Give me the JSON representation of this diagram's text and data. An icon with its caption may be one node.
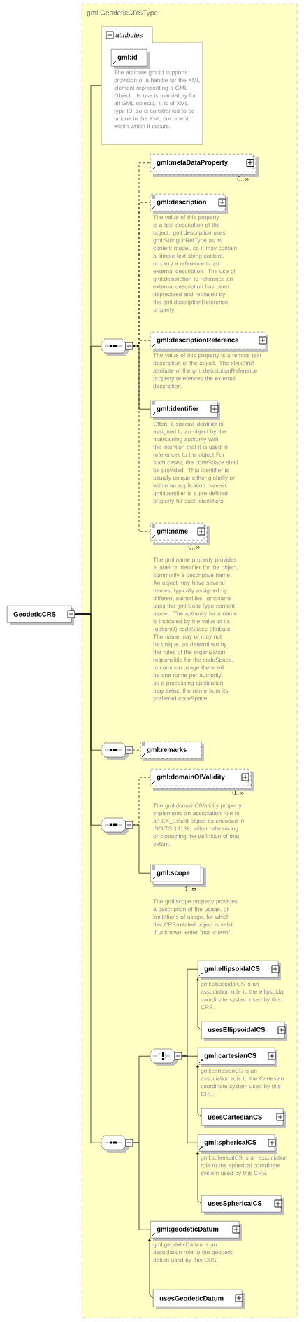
{
  "diagram": {
    "nodes": [
      {
        "text": [
          "GeodeticCRS"
        ]
      },
      {
        "text": [
          "gml:GeodeticCRSType"
        ]
      },
      {
        "text": [
          "attributes"
        ],
        "in": 1
      },
      {
        "text": [
          "gml:id"
        ],
        "in": 2,
        "beside": [
          "The attribute gml:id supports provision of a handle for the XML element representing a GML Object. Its use is mandatory for all GML objects. It is of XML type ID, so is constrained to be unique in the XML document within which it occurs."
        ]
      },
      {
        "text": [],
        "shape": "octagon",
        "in": 1
      },
      {
        "text": [
          "gml:metaDataProperty"
        ],
        "in": 1,
        "beside": [
          "0..∞"
        ]
      },
      {
        "text": [
          "gml:description"
        ],
        "in": 1,
        "beside": [
          "The value of this property is a text description of the object. gml:description uses gml:StringOrRefType as its content model, so it may contain a simple text string content, or carry a reference to an external description. The use of gml:description to reference an external description has been deprecated and replaced by the gml:descriptionReference property."
        ]
      },
      {
        "text": [
          "gml:descriptionReference"
        ],
        "in": 1,
        "beside": [
          "The value of this property is a remote text description of the object. The xlink:href attribute of the gml:descriptionReference property references the external description."
        ]
      },
      {
        "text": [
          "gml:identifier"
        ],
        "in": 1,
        "beside": [
          "Often, a special identifier is assigned to an object by the maintaining authority with the intention that it is used in references to the object For such cases, the codeSpace shall be provided. That identifier is usually unique either globally or within an application domain. gml:identifier is a pre-defined property for such identifiers."
        ]
      },
      {
        "text": [
          "gml:name"
        ],
        "in": 1,
        "beside": [
          "0..∞",
          "The gml:name property provides a label or identifier for the object, commonly a descriptive name. An object may have several names, typically assigned by different authorities. gml:name uses the gml:CodeType content model. The authority for a name is indicated by the value of its (optional) codeSpace attribute. The name may or may not be unique, as determined by the rules of the organization responsible for the codeSpace. In common usage there will be one name per authority, so a processing application may select the name from its preferred codeSpace."
        ]
      },
      {
        "text": [],
        "shape": "octagon",
        "in": 1
      },
      {
        "text": [
          "gml:remarks"
        ],
        "in": 1
      },
      {
        "text": [],
        "shape": "octagon",
        "in": 1
      },
      {
        "text": [
          "gml:domainOfValidity"
        ],
        "in": 1,
        "beside": [
          "0..∞",
          "The gml:domainOfValidity property implements an association role to an EX_Extent object as encoded in ISO/TS 19139, either referencing or containing the definition of that extent."
        ]
      },
      {
        "text": [
          "gml:scope"
        ],
        "in": 1,
        "beside": [
          "1..∞",
          "The gml:scope property provides a description of the usage, or limitations of usage, for which this CRS-related object is valid. If unknown, enter \"not known\"."
        ]
      },
      {
        "text": [],
        "shape": "octagon",
        "in": 1
      },
      {
        "text": [],
        "shape": "octagon",
        "in": 1
      },
      {
        "text": [
          "gml:ellipsoidalCS"
        ],
        "in": 1,
        "beside": [
          "gml:ellipsoidalCS is an association role to the ellipsoidal coordinate system used by this CRS."
        ]
      },
      {
        "text": [
          "usesEllipsoidalCS"
        ],
        "in": 1
      },
      {
        "text": [
          "gml:cartesianCS"
        ],
        "in": 1,
        "beside": [
          "gml:cartesianCS is an association role to the Cartesian coordinate system used by this CRS."
        ]
      },
      {
        "text": [
          "usesCartesianCS"
        ],
        "in": 1
      },
      {
        "text": [
          "gml:sphericalCS"
        ],
        "in": 1,
        "beside": [
          "gml:sphericalCS is an association role to the spherical coordinate system used by this CRS."
        ]
      },
      {
        "text": [
          "usesSphericalCS"
        ],
        "in": 1
      },
      {
        "text": [
          "gml:geodeticDatum"
        ],
        "in": 1,
        "beside": [
          "gml:geodeticDatum is an association role to the geodetic datum used by this CRS."
        ]
      },
      {
        "text": [
          "usesGeodeticDatum"
        ],
        "in": 1
      }
    ],
    "edges": [
      {
        "from": 0,
        "to": 2,
        "arrow": "none"
      },
      {
        "from": 0,
        "to": 4,
        "arrow": "none"
      },
      {
        "from": 0,
        "to": 10,
        "arrow": "none"
      },
      {
        "from": 0,
        "to": 12,
        "arrow": "none"
      },
      {
        "from": 0,
        "to": 15,
        "arrow": "none"
      },
      {
        "from": 4,
        "to": 5,
        "arrow": "none",
        "style": "dashed"
      },
      {
        "from": 4,
        "to": 6,
        "arrow": "none",
        "style": "dashed"
      },
      {
        "from": 4,
        "to": 7,
        "arrow": "none",
        "style": "dashed"
      },
      {
        "from": 4,
        "to": 8,
        "arrow": "none"
      },
      {
        "from": 4,
        "to": 9,
        "arrow": "none",
        "style": "dashed"
      },
      {
        "from": 10,
        "to": 11,
        "arrow": "none",
        "style": "dashed"
      },
      {
        "from": 12,
        "to": 13,
        "arrow": "none",
        "style": "dashed"
      },
      {
        "from": 12,
        "to": 14,
        "arrow": "none"
      },
      {
        "from": 15,
        "to": 16,
        "arrow": "none"
      },
      {
        "from": 15,
        "to": 23,
        "arrow": "none"
      },
      {
        "from": 16,
        "to": 17,
        "arrow": "none"
      },
      {
        "from": 16,
        "to": 19,
        "arrow": "none"
      },
      {
        "from": 16,
        "to": 21,
        "arrow": "none"
      },
      {
        "from": 18,
        "to": 17,
        "arrow": "to"
      },
      {
        "from": 20,
        "to": 19,
        "arrow": "to"
      },
      {
        "from": 22,
        "to": 21,
        "arrow": "to"
      },
      {
        "from": 24,
        "to": 23,
        "arrow": "to"
      }
    ]
  }
}
